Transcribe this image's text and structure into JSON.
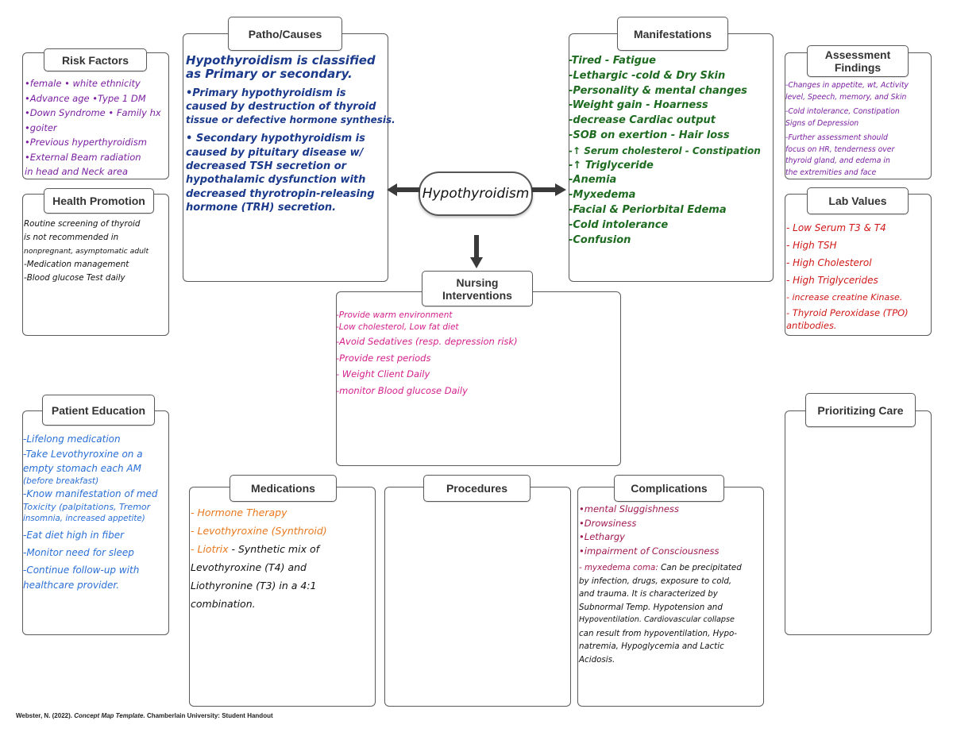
{
  "center": {
    "label": "Hypothyroidism"
  },
  "colors": {
    "navy": "#1b3a8c",
    "green": "#1e6b21",
    "purple": "#7a1fa0",
    "magenta": "#d4208c",
    "blue": "#2a6fd6",
    "orange": "#e8781e",
    "red": "#d01818",
    "black": "#111111",
    "border": "#5a5a5a"
  },
  "risk_factors": {
    "title": "Risk Factors",
    "items": [
      "•female   • white ethnicity",
      "•Advance age  •Type 1 DM",
      "•Down Syndrome  • Family hx",
      "•goiter",
      "•Previous hyperthyroidism",
      "•External Beam radiation",
      " in head and Neck area"
    ]
  },
  "patho": {
    "title": "Patho/Causes",
    "items": [
      "Hypothyroidism is classified",
      "as Primary or secondary.",
      "•Primary hypothyroidism is",
      "caused by destruction of thyroid",
      "tissue or defective hormone synthesis.",
      "• Secondary hypothyroidism is",
      "caused by pituitary disease w/",
      "decreased TSH secretion or",
      "hypothalamic dysfunction with",
      "decreased thyrotropin-releasing",
      "hormone (TRH) secretion."
    ]
  },
  "manifestations": {
    "title": "Manifestations",
    "items": [
      "-Tired  - Fatigue",
      "-Lethargic  -cold & Dry Skin",
      "-Personality & mental changes",
      "-Weight gain  - Hoarness",
      "-decrease Cardiac output",
      "-SOB on exertion  - Hair loss",
      "-↑ Serum cholesterol - Constipation",
      "-↑ Triglyceride",
      "-Anemia",
      "-Myxedema",
      "-Facial & Periorbital Edema",
      "-Cold intolerance",
      "-Confusion"
    ]
  },
  "assessment": {
    "title": "Assessment Findings",
    "items": [
      "-Changes in appetite, wt, Activity",
      "level, Speech, memory, and Skin",
      "-Cold intolerance, Constipation",
      "Signs of Depression",
      "-Further assessment should",
      "focus on HR, tenderness over",
      "thyroid gland, and edema in",
      "the extremities and face"
    ]
  },
  "health_promotion": {
    "title": "Health Promotion",
    "items": [
      "Routine screening of thyroid",
      "is not recommended in",
      "nonpregnant, asymptomatic adult",
      "-Medication management",
      "-Blood glucose Test daily"
    ]
  },
  "lab_values": {
    "title": "Lab Values",
    "items": [
      "- Low Serum T3 & T4",
      "- High TSH",
      "- High Cholesterol",
      "- High Triglycerides",
      "- increase creatine Kinase.",
      "- Thyroid Peroxidase (TPO)",
      "  antibodies."
    ]
  },
  "nursing": {
    "title": "Nursing Interventions",
    "items": [
      "-Provide warm environment",
      "-Low cholesterol, Low fat diet",
      "-Avoid Sedatives (resp. depression risk)",
      "-Provide rest periods",
      "- Weight Client Daily",
      "-monitor Blood glucose Daily"
    ]
  },
  "patient_education": {
    "title": "Patient Education",
    "items": [
      "-Lifelong medication",
      "-Take Levothyroxine on a",
      "empty stomach each AM",
      "(before breakfast)",
      "-Know manifestation of med",
      "Toxicity (palpitations, Tremor",
      "insomnia, increased appetite)",
      "-Eat diet high in fiber",
      "-Monitor need for sleep",
      "-Continue follow-up with",
      "healthcare provider."
    ]
  },
  "prioritizing": {
    "title": "Prioritizing Care"
  },
  "medications": {
    "title": "Medications",
    "orange_items": [
      "- Hormone Therapy",
      "- Levothyroxine (Synthroid)"
    ],
    "liotrix_head": "- Liotrix",
    "liotrix_rest": " - Synthetic mix of",
    "black_items": [
      "Levothyroxine (T4) and",
      "Liothyronine (T3) in a 4:1",
      "combination."
    ]
  },
  "procedures": {
    "title": "Procedures"
  },
  "complications": {
    "title": "Complications",
    "items": [
      "•mental Sluggishness",
      "•Drowsiness",
      "•Lethargy",
      "•impairment of Consciousness"
    ],
    "coma_head": "- myxedema coma:",
    "coma_rest": " Can be precipitated",
    "coma_lines": [
      "by infection, drugs, exposure to cold,",
      "and trauma. It is characterized by",
      "Subnormal Temp. Hypotension and",
      "Hypoventilation. Cardiovascular collapse",
      "can result from hypoventilation, Hypo-",
      "natremia, Hypoglycemia and Lactic",
      "Acidosis."
    ]
  },
  "footer": {
    "citation": "Webster, N. (2022). ",
    "template": "Concept Map Template.",
    "source": " Chamberlain University: Student Handout"
  }
}
